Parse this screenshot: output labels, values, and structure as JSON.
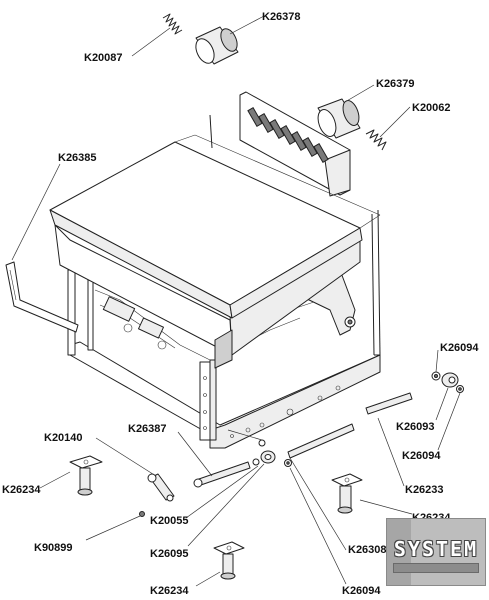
{
  "parts": [
    {
      "id": "k26378",
      "label": "K26378"
    },
    {
      "id": "k20087",
      "label": "K20087"
    },
    {
      "id": "k26379",
      "label": "K26379"
    },
    {
      "id": "k20062",
      "label": "K20062"
    },
    {
      "id": "k26385",
      "label": "K26385"
    },
    {
      "id": "k26094-top",
      "label": "K26094"
    },
    {
      "id": "k26093",
      "label": "K26093"
    },
    {
      "id": "k26094-mid",
      "label": "K26094"
    },
    {
      "id": "k20140",
      "label": "K20140"
    },
    {
      "id": "k26387",
      "label": "K26387"
    },
    {
      "id": "k26233",
      "label": "K26233"
    },
    {
      "id": "k26234-left",
      "label": "K26234"
    },
    {
      "id": "k20055",
      "label": "K20055"
    },
    {
      "id": "k26234-right",
      "label": "K26234"
    },
    {
      "id": "k90899",
      "label": "K90899"
    },
    {
      "id": "k26308",
      "label": "K26308"
    },
    {
      "id": "k26095",
      "label": "K26095"
    },
    {
      "id": "k26234-bottom",
      "label": "K26234"
    },
    {
      "id": "k26094-bottom",
      "label": "K26094"
    }
  ]
}
